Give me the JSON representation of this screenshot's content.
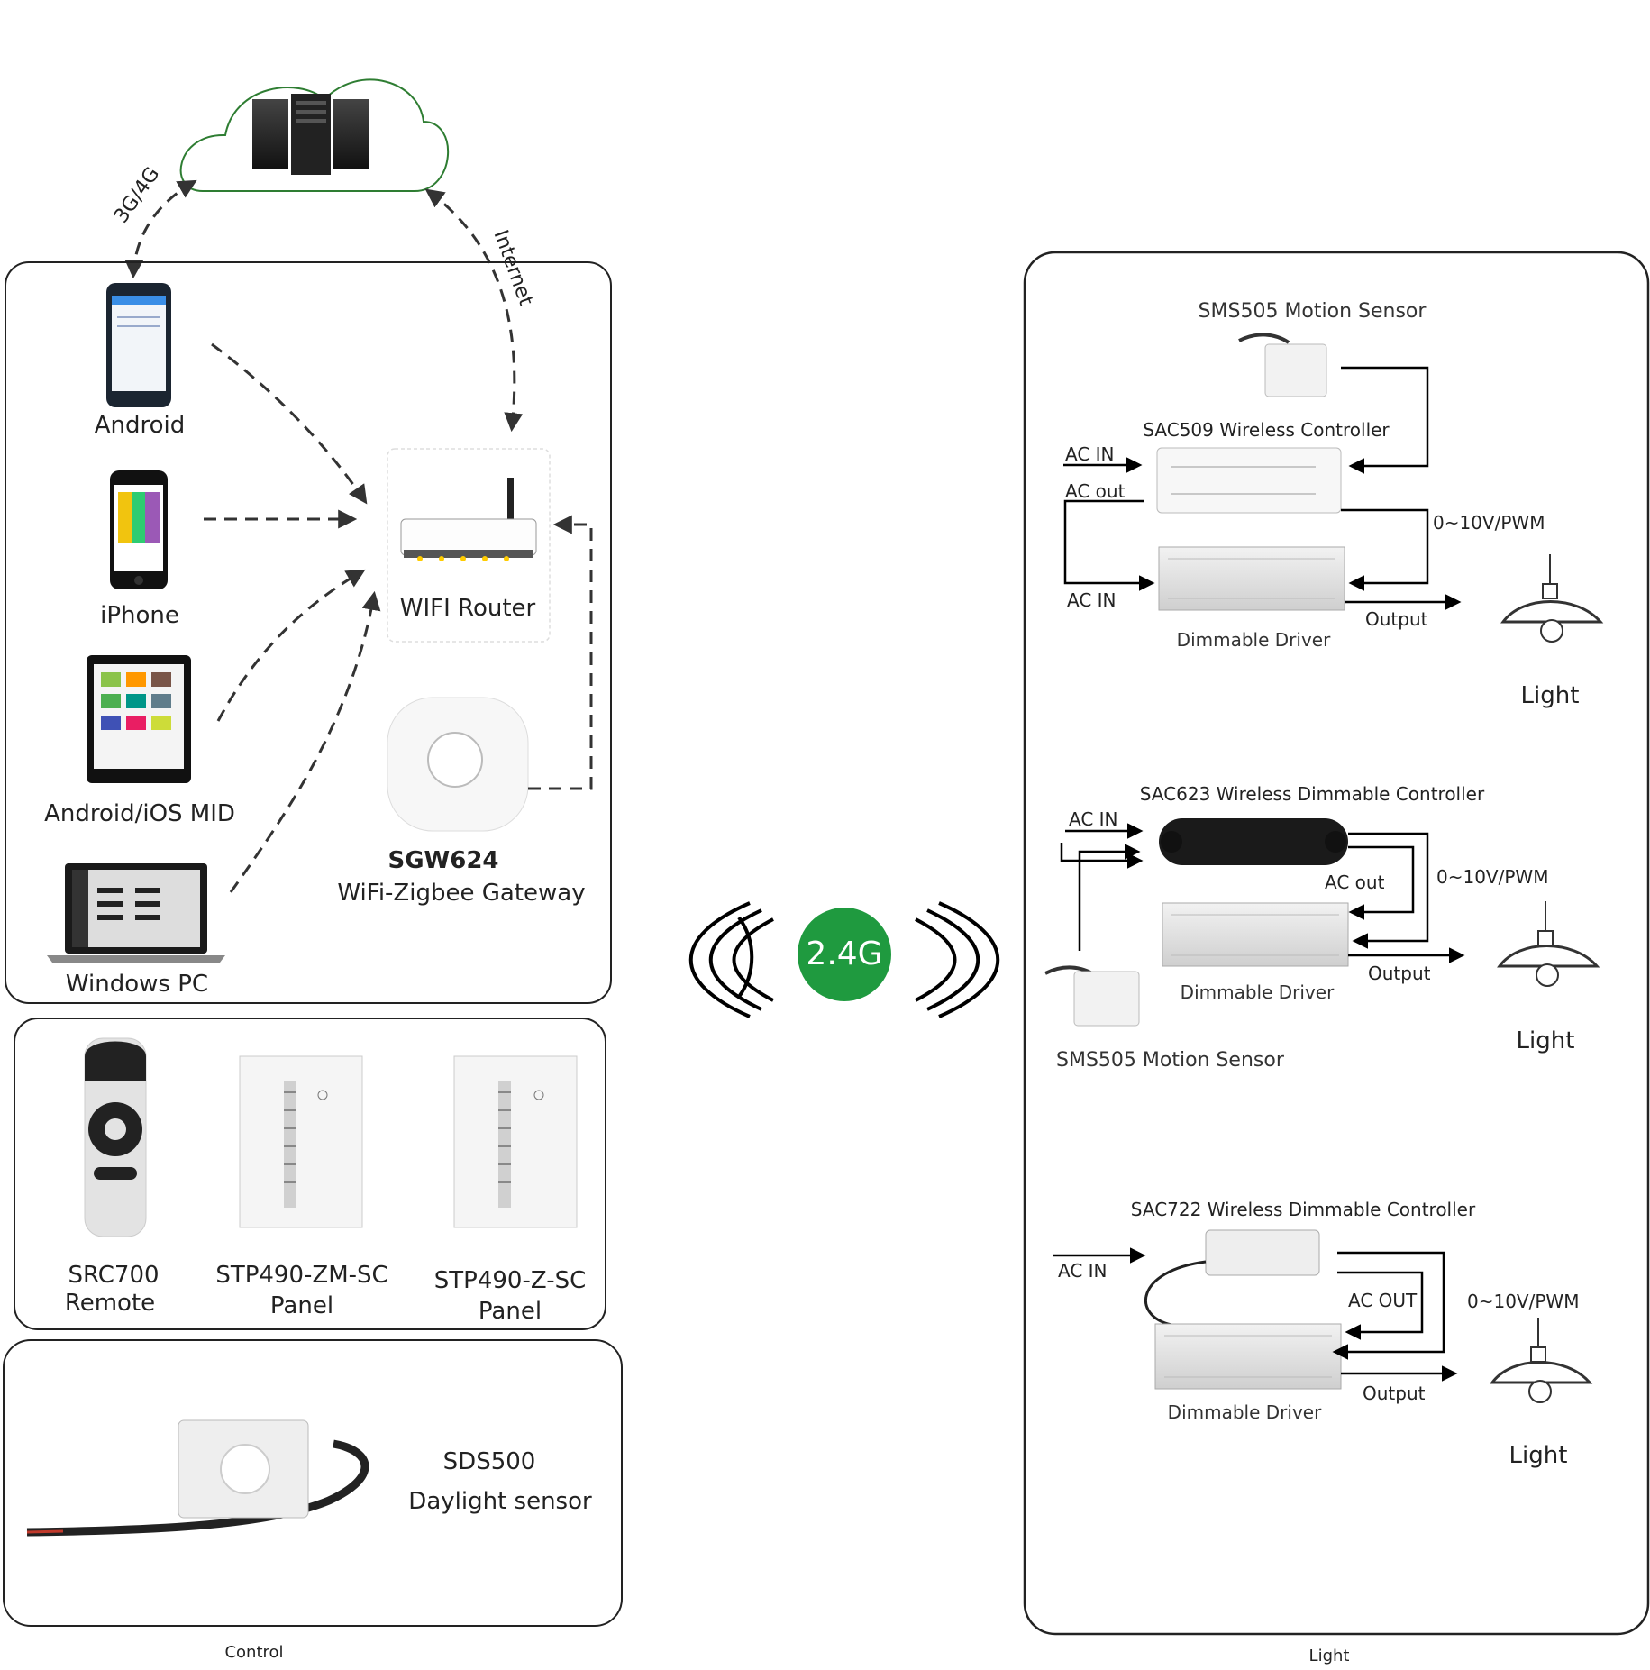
{
  "cloud": {
    "label_3g4g": "3G/4G",
    "label_internet": "Internet"
  },
  "control": {
    "devices": {
      "android": "Android",
      "iphone": "iPhone",
      "mid": "Android/iOS MID",
      "pc": "Windows PC",
      "router": "WIFI Router",
      "gateway_model": "SGW624",
      "gateway_name": "WiFi-Zigbee Gateway"
    },
    "remotes": {
      "src700_model": "SRC700",
      "src700_type": "Remote",
      "stp490zm_model": "STP490-ZM-SC",
      "stp490zm_type": "Panel",
      "stp490z_model": "STP490-Z-SC",
      "stp490z_type": "Panel"
    },
    "sensor": {
      "model": "SDS500",
      "name": "Daylight sensor"
    },
    "caption": "Control"
  },
  "wireless": {
    "badge": "2.4G",
    "badge_color": "#1f9a3f"
  },
  "light": {
    "caption": "Light",
    "group1": {
      "sensor": "SMS505 Motion Sensor",
      "controller": "SAC509 Wireless Controller",
      "ac_in_top": "AC IN",
      "ac_out": "AC out",
      "ac_in_bottom": "AC IN",
      "signal": "0~10V/PWM",
      "output": "Output",
      "driver": "Dimmable Driver",
      "light": "Light"
    },
    "group2": {
      "controller": "SAC623 Wireless Dimmable Controller",
      "ac_in": "AC IN",
      "ac_out": "AC out",
      "signal": "0~10V/PWM",
      "output": "Output",
      "driver": "Dimmable Driver",
      "light": "Light",
      "sensor": "SMS505 Motion Sensor"
    },
    "group3": {
      "controller": "SAC722 Wireless Dimmable Controller",
      "ac_in": "AC IN",
      "ac_out": "AC OUT",
      "signal": "0~10V/PWM",
      "output": "Output",
      "driver": "Dimmable Driver",
      "light": "Light"
    }
  },
  "icons": {
    "cloud": "cloud-icon",
    "server": "server-icon",
    "phone": "phone-icon",
    "tablet": "tablet-icon",
    "laptop": "laptop-icon",
    "router": "router-icon",
    "gateway": "gateway-icon",
    "remote": "remote-icon",
    "panel": "wall-panel-icon",
    "daylight": "daylight-sensor-icon",
    "motion": "motion-sensor-icon",
    "controller": "controller-icon",
    "driver": "driver-icon",
    "lamp": "lamp-icon",
    "wireless": "wireless-signal-icon"
  }
}
